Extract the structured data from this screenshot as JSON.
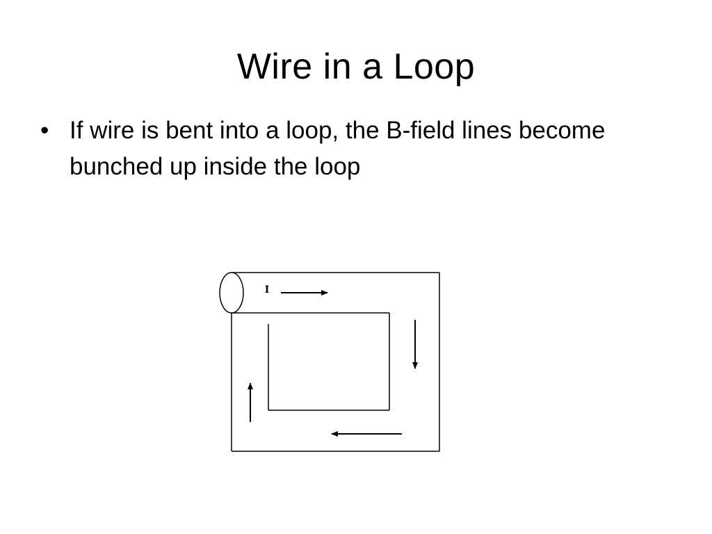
{
  "slide": {
    "title": "Wire in a Loop",
    "bullets": [
      {
        "marker": "•",
        "text": "If wire is bent into a loop, the B-field lines become bunched up inside the loop"
      }
    ]
  },
  "diagram": {
    "current_label": "I",
    "arrow_directions": [
      "right",
      "down",
      "left",
      "up"
    ],
    "stroke_color": "#000000"
  }
}
